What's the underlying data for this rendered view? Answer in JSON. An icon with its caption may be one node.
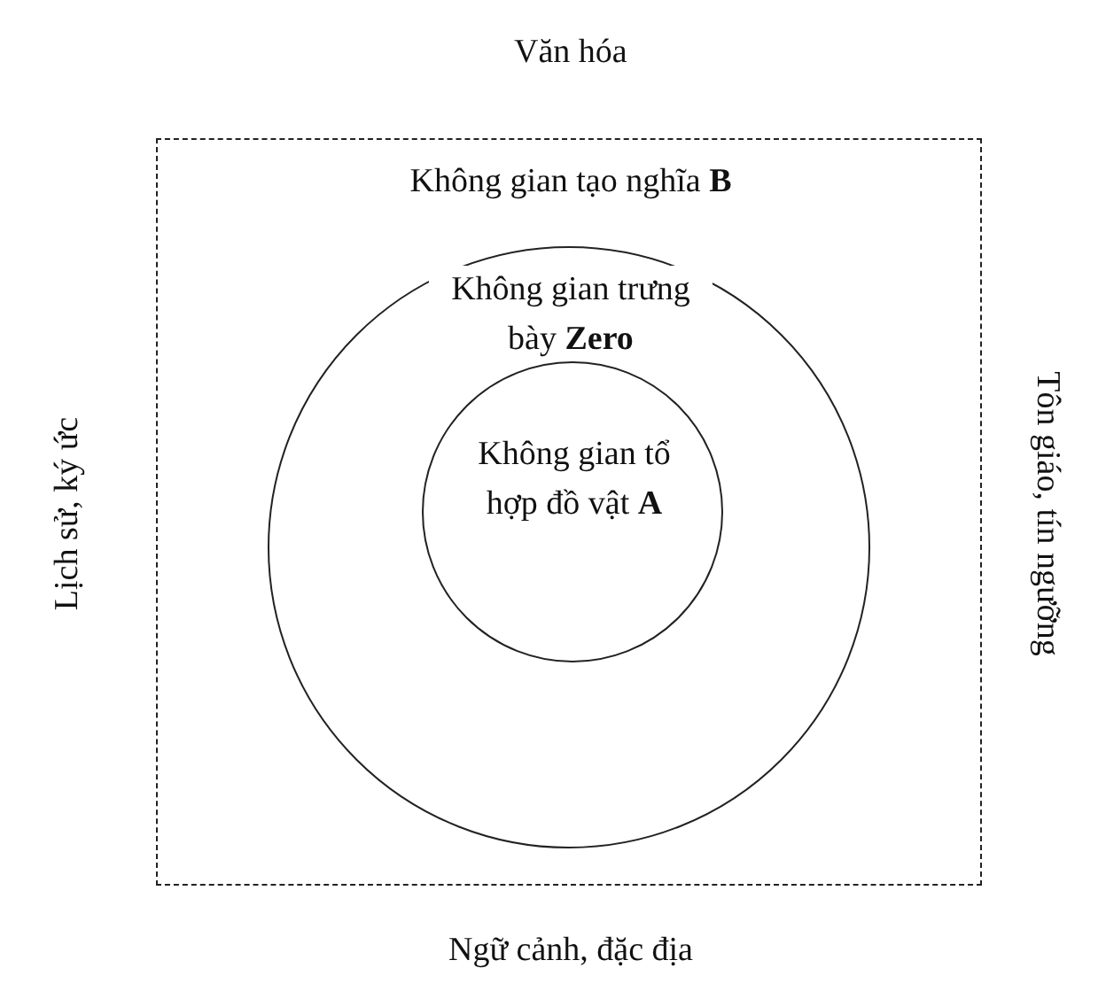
{
  "diagram": {
    "nodes": [
      {
        "text": [
          "Không gian tạo nghĩa **B**"
        ]
      },
      {
        "text": [
          "Không gian trưng bày **Zero**"
        ],
        "in": 0
      },
      {
        "text": [
          "Không gian tổ hợp đồ vật **A**"
        ],
        "in": 1
      }
    ],
    "labels": [
      "Văn hóa",
      "Lịch sử, ký ức",
      "Tôn giáo, tín ngưỡng",
      "Ngữ cảnh, đặc địa"
    ]
  }
}
